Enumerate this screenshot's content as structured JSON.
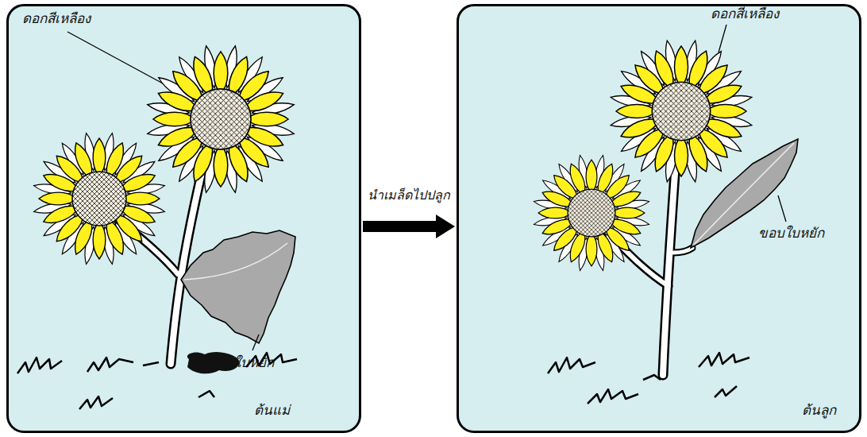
{
  "diagram": {
    "nodes": [
      {
        "text": [
          "ดอกสีเหลือง",
          "ขอบใบหยัก",
          "ต้นแม่"
        ]
      },
      {
        "text": [
          "ดอกสีเหลือง",
          "ขอบใบหยัก",
          "ต้นลูก"
        ]
      }
    ],
    "edges": [
      {
        "from": 0,
        "to": 1,
        "arrow": "to",
        "label": "นำเมล็ดไปปลูก"
      }
    ]
  }
}
